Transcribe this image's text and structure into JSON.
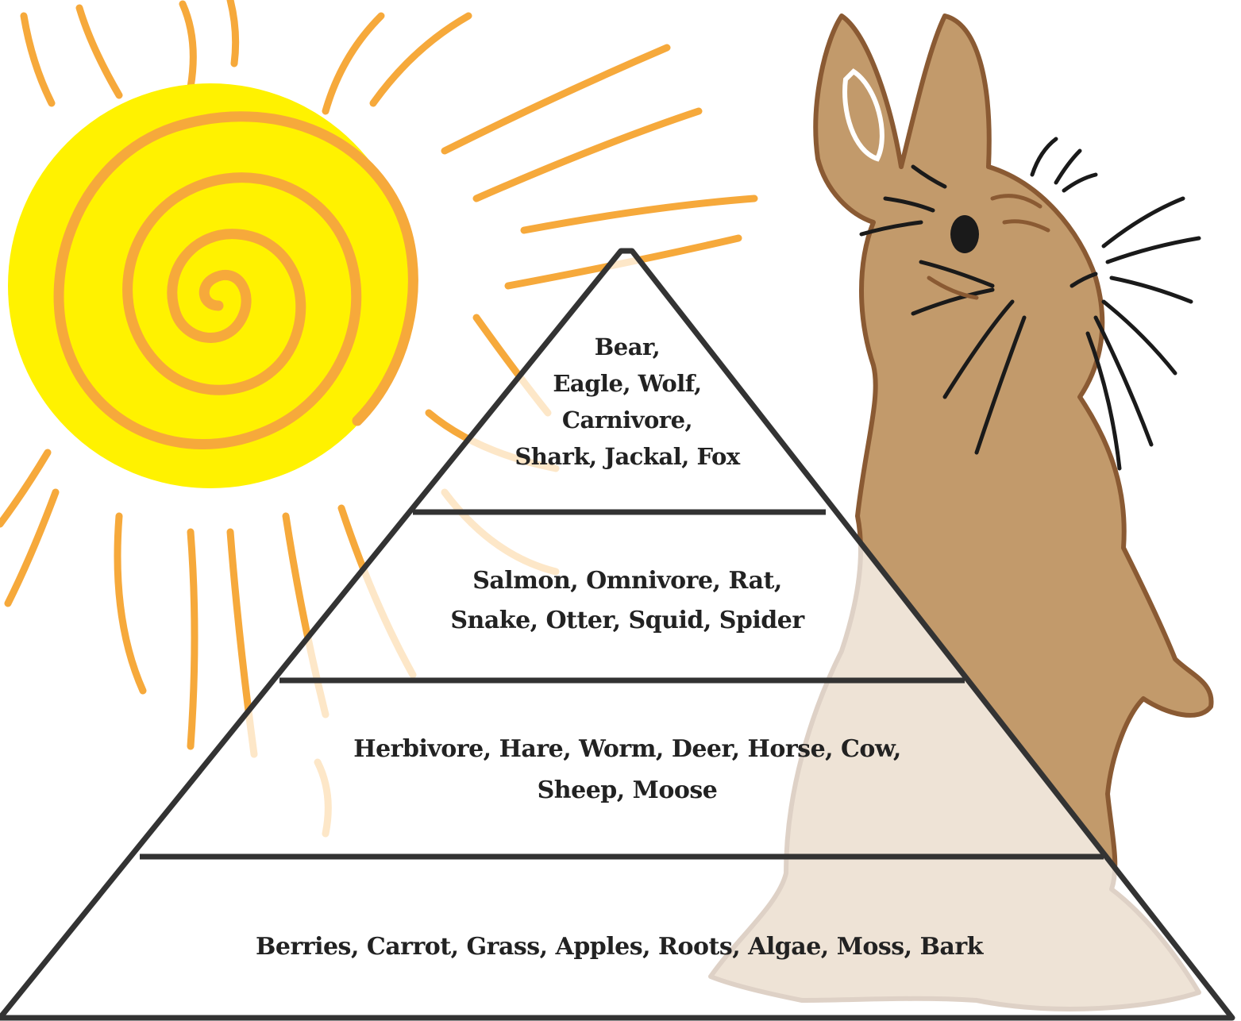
{
  "diagram": {
    "tiers": [
      {
        "level": "top",
        "lines": [
          "Bear,",
          "Eagle, Wolf,",
          "Carnivore,",
          "Shark, Jackal, Fox"
        ]
      },
      {
        "level": "second",
        "lines": [
          "Salmon, Omnivore, Rat,",
          "Snake, Otter, Squid, Spider"
        ]
      },
      {
        "level": "third",
        "lines": [
          "Herbivore, Hare, Worm, Deer, Horse, Cow,",
          "Sheep, Moose"
        ]
      },
      {
        "level": "base",
        "lines": [
          "Berries, Carrot, Grass, Apples, Roots, Algae, Moss, Bark"
        ]
      }
    ],
    "illustrations": {
      "sun": "sun-illustration",
      "hare": "hare-illustration"
    },
    "colors": {
      "sun_core": "#fff200",
      "sun_rays": "#f6a93b",
      "hare_fur": "#c29a6b",
      "hare_outline": "#8a5a33",
      "pyramid_line": "#333333",
      "pyramid_fill": "#ffffff"
    }
  }
}
